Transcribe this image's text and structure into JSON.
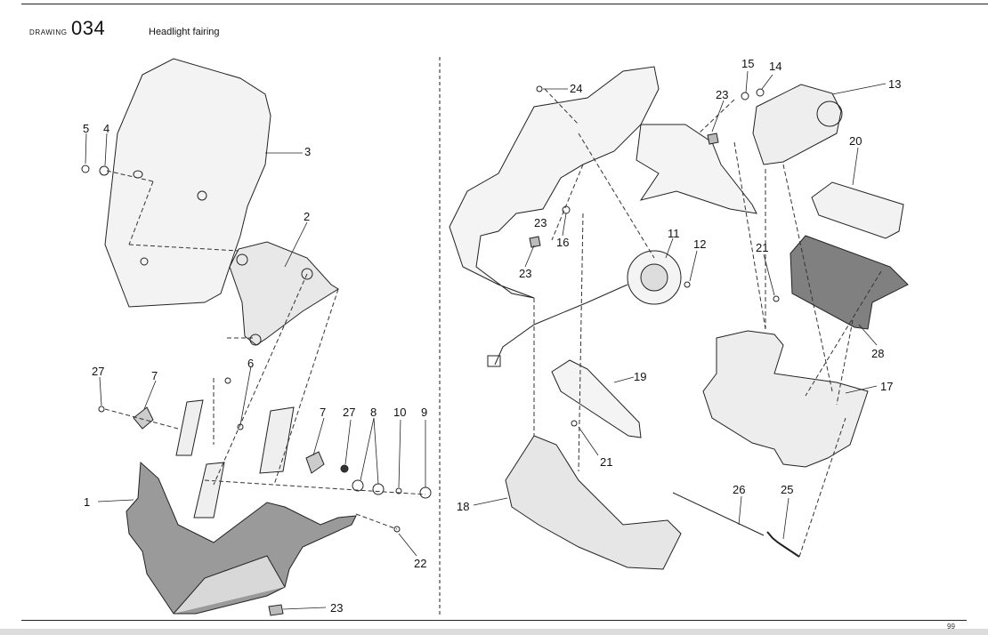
{
  "header": {
    "drawing_label": "DRAWING",
    "drawing_number": "034",
    "title": "Headlight fairing"
  },
  "footer": {
    "page_number": "99"
  },
  "callouts": [
    "1",
    "2",
    "3",
    "4",
    "5",
    "6",
    "7",
    "7",
    "8",
    "9",
    "10",
    "11",
    "12",
    "13",
    "14",
    "15",
    "16",
    "17",
    "18",
    "19",
    "20",
    "21",
    "21",
    "22",
    "23",
    "23",
    "23",
    "23",
    "24",
    "25",
    "26",
    "27",
    "27",
    "28"
  ]
}
